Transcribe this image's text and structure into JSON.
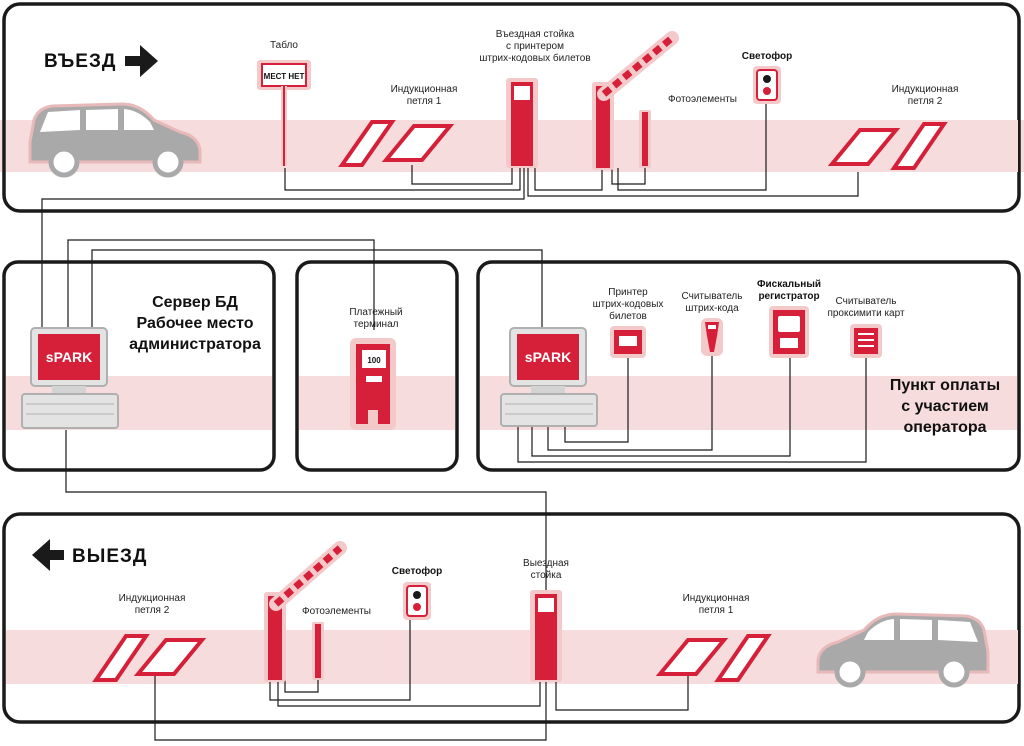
{
  "entry": {
    "direction_label": "ВЪЕЗД",
    "tablo_label": "Табло",
    "tablo_text": "МЕСТ НЕТ",
    "loop1_label": [
      "Индукционная",
      "петля 1"
    ],
    "stand_label": [
      "Въездная стойка",
      "с принтером",
      "штрих-кодовых билетов"
    ],
    "photo_label": "Фотоэлементы",
    "light_label": "Светофор",
    "loop2_label": [
      "Индукционная",
      "петля 2"
    ]
  },
  "server": {
    "title_lines": [
      "Сервер БД",
      "Рабочее место",
      "администратора"
    ],
    "screen_text": "sPARK"
  },
  "payment": {
    "label": [
      "Платежный",
      "терминал"
    ],
    "screen_value": "100"
  },
  "cashier": {
    "screen_text": "sPARK",
    "printer_label": [
      "Принтер",
      "штрих-кодовых",
      "билетов"
    ],
    "scanner_label": [
      "Считыватель",
      "штрих-кода"
    ],
    "fiscal_label": [
      "Фискальный",
      "регистратор"
    ],
    "proximity_label": [
      "Считыватель",
      "проксимити карт"
    ],
    "point_label": [
      "Пункт оплаты",
      "с участием",
      "оператора"
    ]
  },
  "exit": {
    "direction_label": "ВЫЕЗД",
    "loop2_label": [
      "Индукционная",
      "петля 2"
    ],
    "photo_label": "Фотоэлементы",
    "light_label": "Светофор",
    "stand_label": [
      "Выездная",
      "стойка"
    ],
    "loop1_label": [
      "Индукционная",
      "петля 1"
    ]
  },
  "colors": {
    "accent": "#d6203a",
    "band": "#f6dcdc",
    "glow": "#f3c9c9",
    "car": "#a9a9a9",
    "outline": "#1a1a1a"
  }
}
